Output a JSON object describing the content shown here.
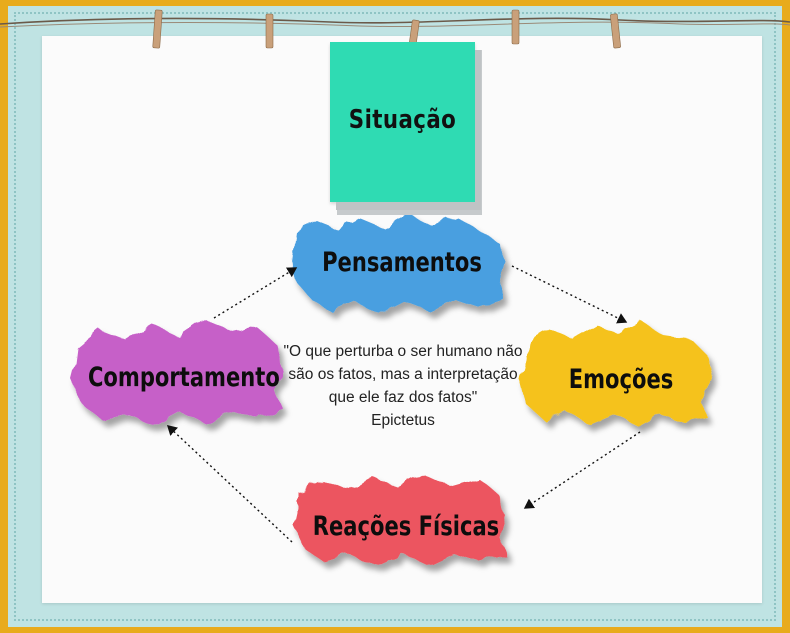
{
  "situation": {
    "label": "Situação",
    "color": "#2fdbb3"
  },
  "nodes": {
    "pensamentos": {
      "label": "Pensamentos",
      "color": "#4a9fe0"
    },
    "emocoes": {
      "label": "Emoções",
      "color": "#f5c21b"
    },
    "reacoes": {
      "label": "Reações Físicas",
      "color": "#ec5560"
    },
    "comportamento": {
      "label": "Comportamento",
      "color": "#c660c8"
    }
  },
  "quote": {
    "line1": "\"O que perturba o ser humano não",
    "line2": "são os fatos, mas a interpretação",
    "line3": "que ele faz dos fatos\"",
    "author": "Epictetus"
  },
  "colors": {
    "outer_border": "#e8ab1c",
    "frame": "#bfe3e3",
    "paper": "#fbfbfb"
  }
}
